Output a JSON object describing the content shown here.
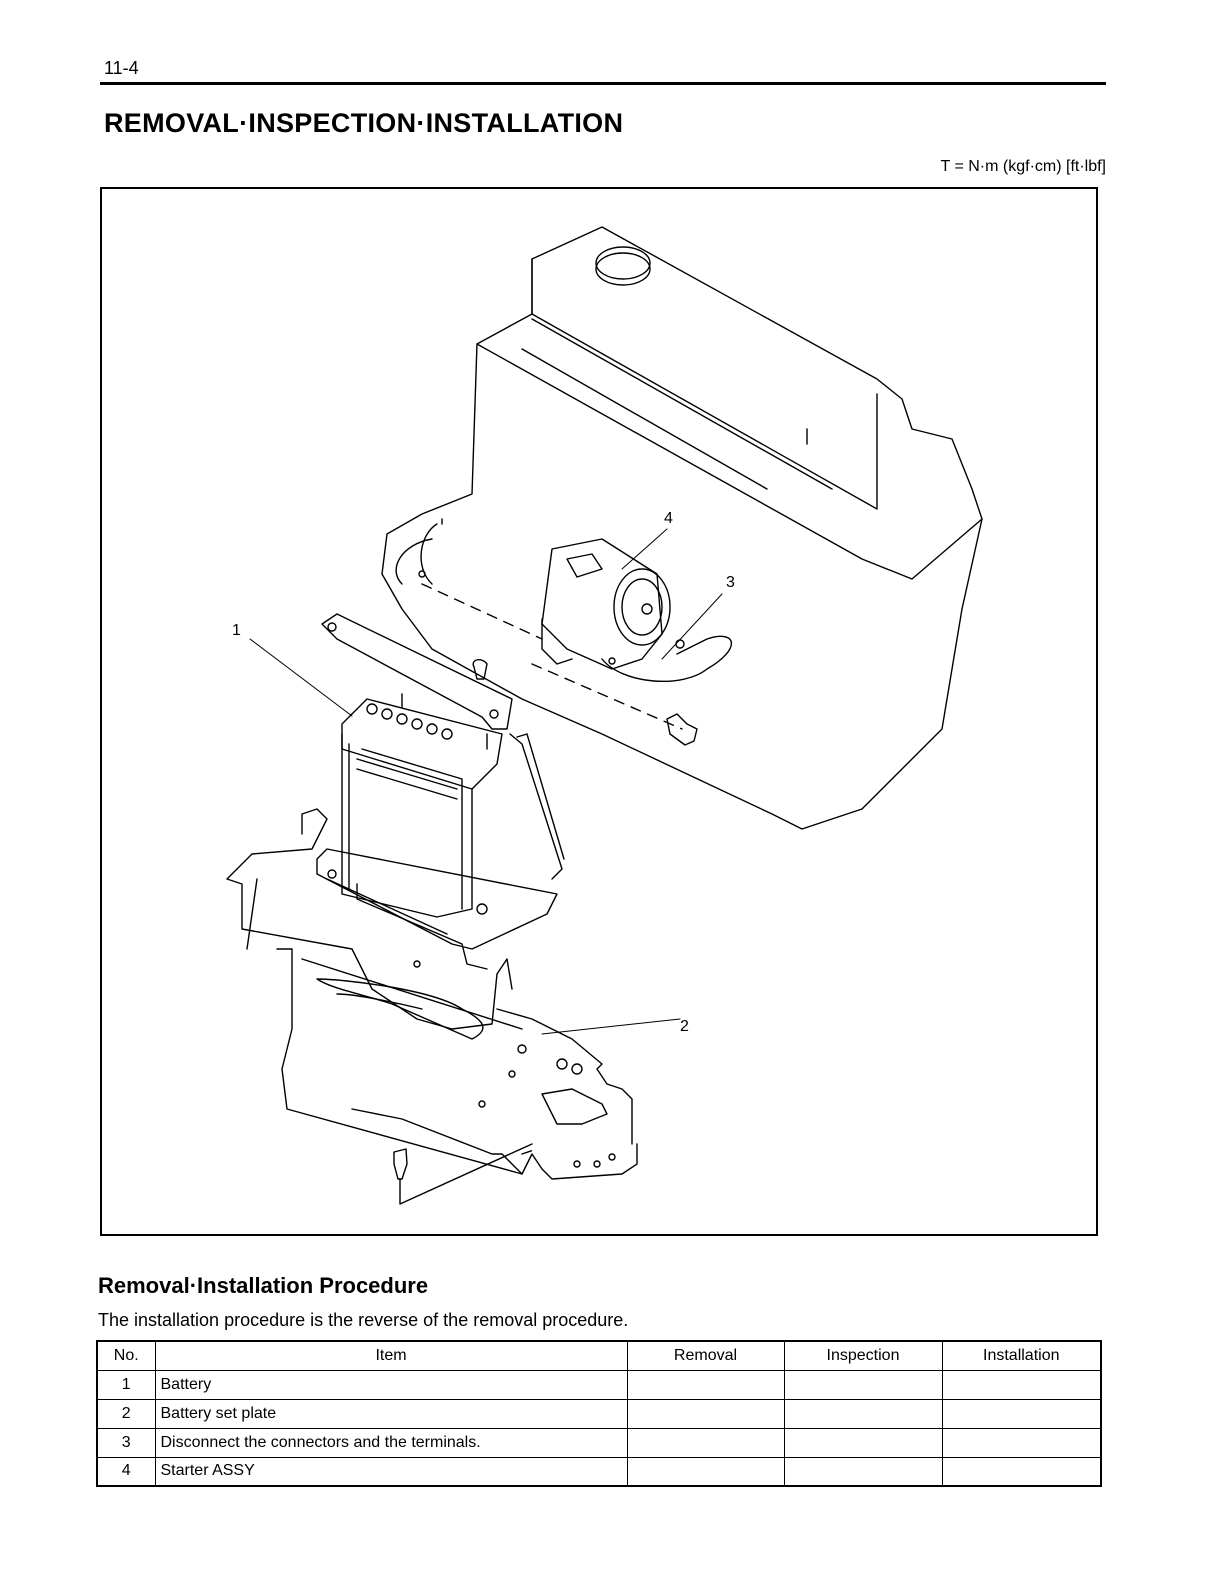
{
  "page": {
    "number": "11-4",
    "title": "REMOVAL·INSPECTION·INSTALLATION",
    "torque_note": "T = N·m (kgf·cm) [ft·lbf]"
  },
  "figure": {
    "callouts": [
      "1",
      "2",
      "3",
      "4"
    ]
  },
  "procedure": {
    "title": "Removal·Installation Procedure",
    "description": "The installation procedure is the reverse of the removal procedure.",
    "columns": [
      "No.",
      "Item",
      "Removal",
      "Inspection",
      "Installation"
    ],
    "rows": [
      {
        "no": "1",
        "item": "Battery"
      },
      {
        "no": "2",
        "item": "Battery set plate"
      },
      {
        "no": "3",
        "item": "Disconnect the connectors and the terminals."
      },
      {
        "no": "4",
        "item": "Starter ASSY"
      }
    ]
  }
}
